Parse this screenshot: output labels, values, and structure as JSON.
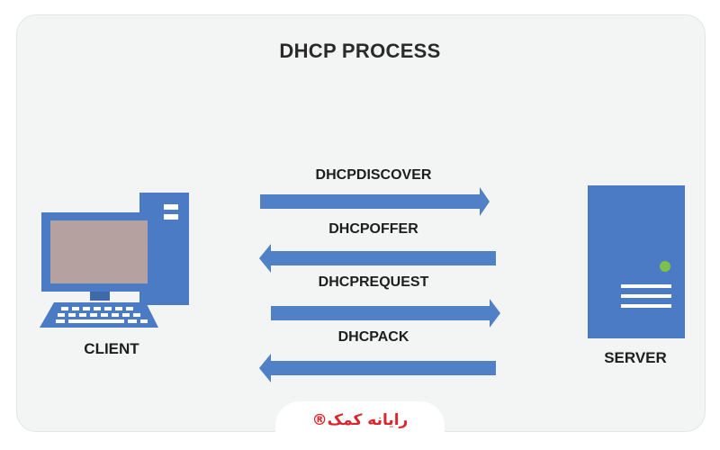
{
  "title": "DHCP PROCESS",
  "nodes": {
    "client": "CLIENT",
    "server": "SERVER"
  },
  "messages": [
    {
      "label": "DHCPDISCOVER",
      "direction": "to-server"
    },
    {
      "label": "DHCPOFFER",
      "direction": "to-client"
    },
    {
      "label": "DHCPREQUEST",
      "direction": "to-server"
    },
    {
      "label": "DHCPACK",
      "direction": "to-client"
    }
  ],
  "watermark": "رایانه کمک®",
  "colors": {
    "arrow": "#5081c6",
    "device": "#4a7bc4",
    "device_dark": "#3f69a8",
    "screen": "#b5a19f",
    "server_led": "#7fc04a"
  }
}
